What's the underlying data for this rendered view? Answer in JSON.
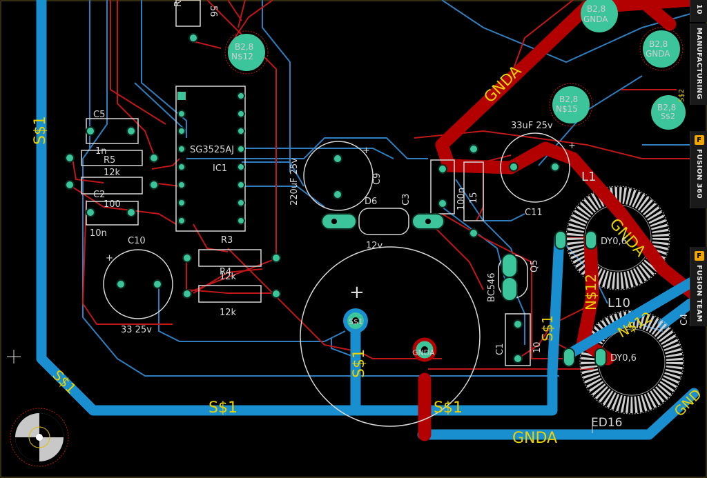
{
  "net_labels": {
    "s1_left": "S$1",
    "s1_corner": "S$1",
    "s1_bottom": "S$1",
    "s1_center": "S$1",
    "s1_bottom2": "S$1",
    "s1_vertical": "S$1",
    "s1_pad": "S$1",
    "s2_pad": "S$2",
    "gnda_top": "GNDA",
    "gnda_l1": "GNDA",
    "gnda_bottom": "GNDA",
    "gnda_pad": "GNDA",
    "n12": "N$12",
    "n12b": "N$12",
    "gnd_edge": "GND"
  },
  "components": {
    "c5": "C5",
    "c5_val": "1n",
    "r5": "R5",
    "r5_val": "12k",
    "c2": "C2",
    "c2_val": "100",
    "c_10n": "10n",
    "ic1_name": "SG3525AJ",
    "ic1": "IC1",
    "c10": "C10",
    "c10_val": "33 25v",
    "r3": "R3",
    "r3_val": "12k",
    "r4": "R4",
    "r4_val": "12k",
    "c9": "C9",
    "c9_val": "220uF 25v",
    "d6": "D6",
    "d6_val": "12v",
    "c3": "C3",
    "c3_val": "100n",
    "r_15": "15",
    "c11": "C11",
    "c11_val": "33uF 25v",
    "l1": "L1",
    "q5": "Q5",
    "q5_val": "BC546",
    "c1": "C1",
    "c1_val": "10",
    "dy_top": "DY0,6",
    "dy_bottom": "DY0,6",
    "ed16": "ED16",
    "c4": "C4",
    "r_top": "R",
    "r_top_val": "56",
    "l10": "L10",
    "pad_b28_1": "B2,8",
    "pad_b28_1_net": "N$12",
    "pad_b28_2": "B2,8",
    "pad_b28_2_net": "GNDA",
    "pad_b28_3": "B2,8",
    "pad_b28_3_net": "GNDA",
    "pad_b28_4": "B2,8",
    "pad_b28_4_net": "N$15",
    "pad_b28_5": "B2,8",
    "pad_b28_5_net": "S$2",
    "plus": "+"
  },
  "side_panel": {
    "top_label": "10",
    "manufacturing": "MANUFACTURING",
    "fusion360": "FUSION 360",
    "fusion_team": "FUSION TEAM",
    "f_icon": "F"
  },
  "colors": {
    "background": "#000000",
    "top_layer": "#b30000",
    "bottom_layer": "#1a8fd0",
    "thin_blue": "#2f7fc0",
    "thin_red": "#c01818",
    "pad": "#3cc59a",
    "silkscreen": "#d8d8d8",
    "net_text": "#e8d200"
  }
}
